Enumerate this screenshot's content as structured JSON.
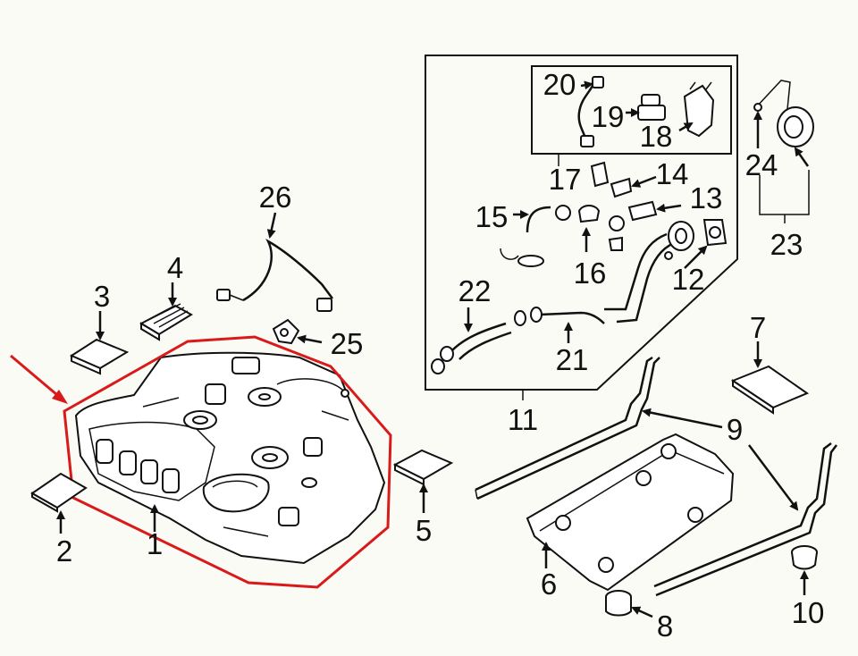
{
  "diagram": {
    "highlight_color": "#d91a1a",
    "callouts": {
      "c1": "1",
      "c2": "2",
      "c3": "3",
      "c4": "4",
      "c5": "5",
      "c6": "6",
      "c7": "7",
      "c8": "8",
      "c9": "9",
      "c10": "10",
      "c11": "11",
      "c12": "12",
      "c13": "13",
      "c14": "14",
      "c15": "15",
      "c16": "16",
      "c17": "17",
      "c18": "18",
      "c19": "19",
      "c20": "20",
      "c21": "21",
      "c22": "22",
      "c23": "23",
      "c24": "24",
      "c25": "25",
      "c26": "26"
    }
  }
}
